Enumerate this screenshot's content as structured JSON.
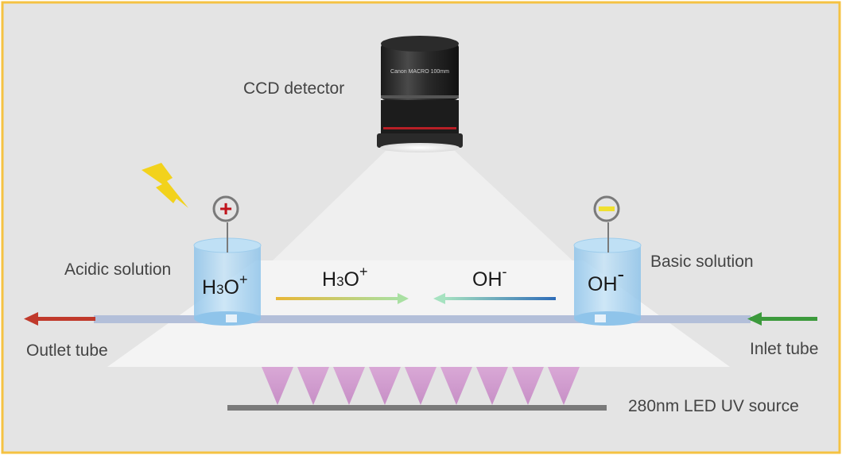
{
  "labels": {
    "ccd": "CCD detector",
    "acidic": "Acidic solution",
    "basic": "Basic solution",
    "outlet": "Outlet tube",
    "inlet": "Inlet tube",
    "uv": "280nm LED UV source"
  },
  "ions": {
    "h3o_left_base": "H",
    "h3o_left_sub": "3",
    "h3o_left_o": "O",
    "h3o_left_sup": "+",
    "h3o_mid_base": "H",
    "h3o_mid_sub": "3",
    "h3o_mid_o": "O",
    "h3o_mid_sup": "+",
    "oh_mid_base": "OH",
    "oh_mid_sup": "-",
    "oh_right_base": "OH",
    "oh_right_sup": "-"
  },
  "electrodes": {
    "positive": "+",
    "negative": "-"
  },
  "camera_text": "Canon MACRO 100mm",
  "uv_cone_count": 9,
  "colors": {
    "frame": "#f5c242",
    "background": "#e4e4e4",
    "tube": "#b3bfd9",
    "outlet_arrow": "#c0392b",
    "inlet_arrow": "#3c9a3c",
    "positive_sign": "#c0141c",
    "negative_sign": "#f0e030",
    "uv_cone": "#d7a6d4",
    "uv_bar": "#7a7a7a",
    "reservoir": "#a9d3ef"
  }
}
